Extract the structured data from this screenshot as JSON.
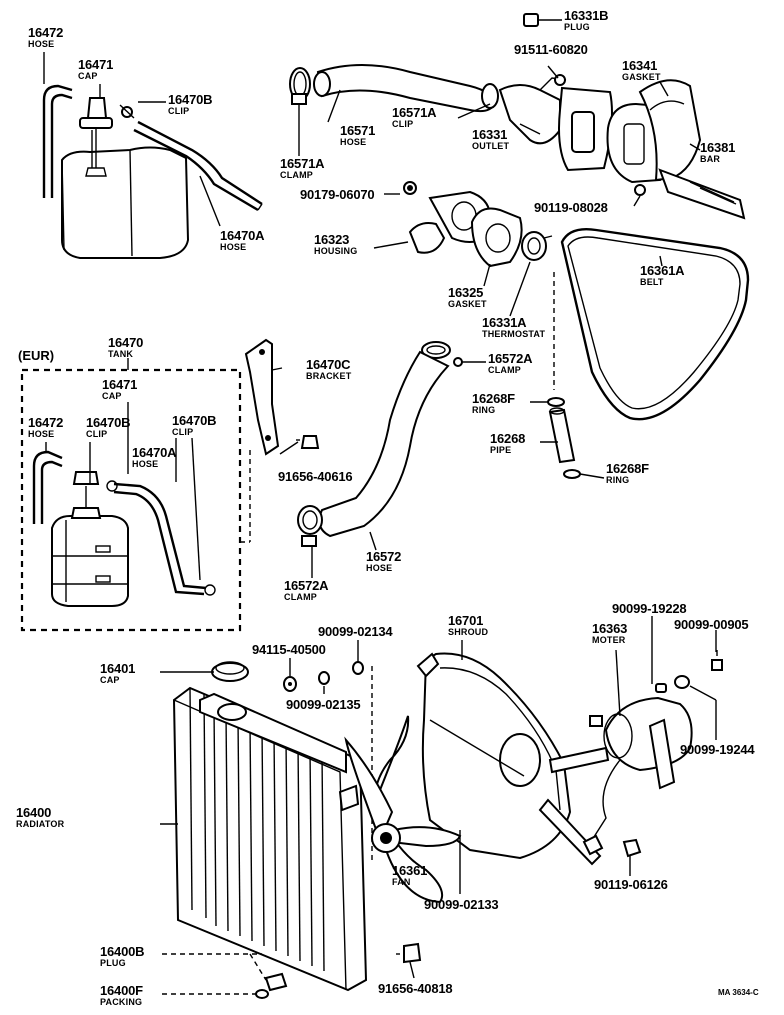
{
  "region_label": "(EUR)",
  "drawing_code": "MA 3634-C",
  "labels": {
    "p16472_top": {
      "num": "16472",
      "name": "HOSE"
    },
    "p16471_top": {
      "num": "16471",
      "name": "CAP"
    },
    "p16470B_top": {
      "num": "16470B",
      "name": "CLIP"
    },
    "p16470A_top": {
      "num": "16470A",
      "name": "HOSE"
    },
    "p16331B": {
      "num": "16331B",
      "name": "PLUG"
    },
    "p91511": {
      "num": "91511-60820",
      "name": ""
    },
    "p16341": {
      "num": "16341",
      "name": "GASKET"
    },
    "p16381": {
      "num": "16381",
      "name": "BAR"
    },
    "p16571": {
      "num": "16571",
      "name": "HOSE"
    },
    "p16571A_clip": {
      "num": "16571A",
      "name": "CLIP"
    },
    "p16571A_clamp": {
      "num": "16571A",
      "name": "CLAMP"
    },
    "p16331": {
      "num": "16331",
      "name": "OUTLET"
    },
    "p90179": {
      "num": "90179-06070",
      "name": ""
    },
    "p90119_08028": {
      "num": "90119-08028",
      "name": ""
    },
    "p16323": {
      "num": "16323",
      "name": "HOUSING"
    },
    "p16325": {
      "num": "16325",
      "name": "GASKET"
    },
    "p16331A": {
      "num": "16331A",
      "name": "THERMOSTAT"
    },
    "p16361A": {
      "num": "16361A",
      "name": "BELT"
    },
    "p16470": {
      "num": "16470",
      "name": "TANK"
    },
    "p16471_eur": {
      "num": "16471",
      "name": "CAP"
    },
    "p16472_eur": {
      "num": "16472",
      "name": "HOSE"
    },
    "p16470B_eur1": {
      "num": "16470B",
      "name": "CLIP"
    },
    "p16470B_eur2": {
      "num": "16470B",
      "name": "CLIP"
    },
    "p16470A_eur": {
      "num": "16470A",
      "name": "HOSE"
    },
    "p16470C": {
      "num": "16470C",
      "name": "BRACKET"
    },
    "p91656_40616": {
      "num": "91656-40616",
      "name": ""
    },
    "p16572A_top": {
      "num": "16572A",
      "name": "CLAMP"
    },
    "p16572": {
      "num": "16572",
      "name": "HOSE"
    },
    "p16572A_bot": {
      "num": "16572A",
      "name": "CLAMP"
    },
    "p16268F_top": {
      "num": "16268F",
      "name": "RING"
    },
    "p16268": {
      "num": "16268",
      "name": "PIPE"
    },
    "p16268F_bot": {
      "num": "16268F",
      "name": "RING"
    },
    "p90099_02134": {
      "num": "90099-02134",
      "name": ""
    },
    "p94115": {
      "num": "94115-40500",
      "name": ""
    },
    "p90099_02135": {
      "num": "90099-02135",
      "name": ""
    },
    "p16401": {
      "num": "16401",
      "name": "CAP"
    },
    "p16701": {
      "num": "16701",
      "name": "SHROUD"
    },
    "p90099_19228": {
      "num": "90099-19228",
      "name": ""
    },
    "p90099_00905": {
      "num": "90099-00905",
      "name": ""
    },
    "p16363": {
      "num": "16363",
      "name": "MOTER"
    },
    "p90099_19244": {
      "num": "90099-19244",
      "name": ""
    },
    "p16400": {
      "num": "16400",
      "name": "RADIATOR"
    },
    "p16361": {
      "num": "16361",
      "name": "FAN"
    },
    "p90099_02133": {
      "num": "90099-02133",
      "name": ""
    },
    "p90119_06126": {
      "num": "90119-06126",
      "name": ""
    },
    "p16400B": {
      "num": "16400B",
      "name": "PLUG"
    },
    "p16400F": {
      "num": "16400F",
      "name": "PACKING"
    },
    "p91656_40818": {
      "num": "91656-40818",
      "name": ""
    }
  }
}
